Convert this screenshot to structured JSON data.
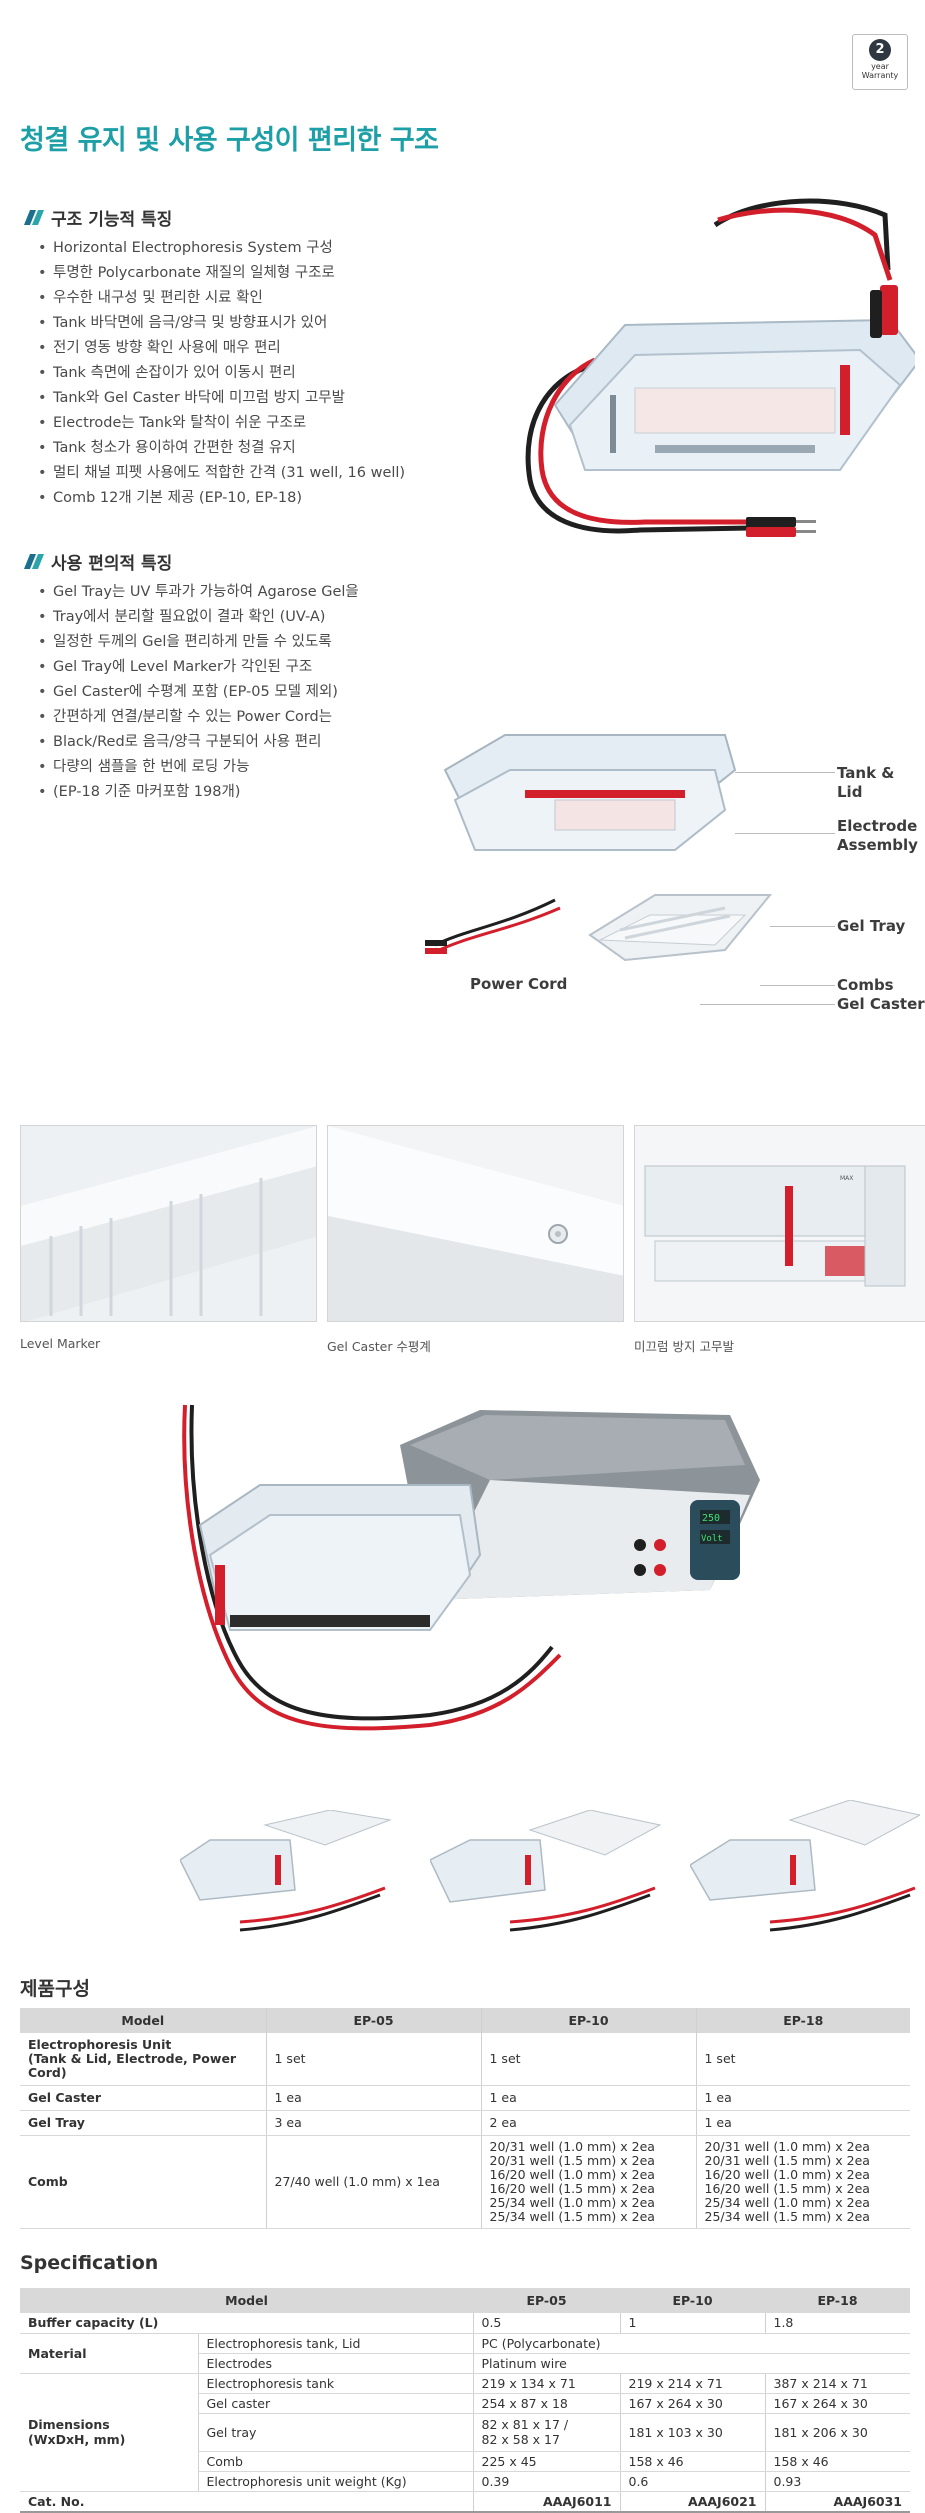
{
  "warranty": {
    "years": "2",
    "line1": "year",
    "line2": "Warranty"
  },
  "main_title": "청결 유지 및 사용 구성이 편리한 구조",
  "section1": {
    "title": "구조 기능적 특징",
    "items": [
      "Horizontal Electrophoresis System 구성",
      "투명한 Polycarbonate 재질의 일체형 구조로",
      "우수한 내구성 및 편리한 시료 확인",
      "Tank 바닥면에 음극/양극 및 방향표시가 있어",
      "전기 영동 방향 확인 사용에 매우 편리",
      "Tank 측면에 손잡이가 있어 이동시 편리",
      "Tank와 Gel Caster 바닥에 미끄럼 방지 고무발",
      "Electrode는 Tank와 탈착이 쉬운 구조로",
      "Tank 청소가 용이하여 간편한 청결 유지",
      "멀티 채널 피펫 사용에도 적합한 간격 (31 well, 16 well)",
      "Comb 12개 기본 제공 (EP-10, EP-18)"
    ]
  },
  "section2": {
    "title": "사용 편의적 특징",
    "items": [
      "Gel Tray는 UV 투과가 가능하여 Agarose Gel을",
      "Tray에서 분리할 필요없이 결과 확인 (UV-A)",
      "일정한 두께의 Gel을 편리하게 만들 수 있도록",
      "Gel Tray에 Level Marker가 각인된 구조",
      "Gel Caster에 수평계 포함 (EP-05 모델 제외)",
      "간편하게 연결/분리할 수 있는 Power Cord는",
      "Black/Red로 음극/양극 구분되어 사용 편리",
      "다량의 샘플을 한 번에 로딩 가능",
      "(EP-18 기준 마커포함 198개)"
    ]
  },
  "callouts": {
    "tank_lid": "Tank & Lid",
    "electrode_1": "Electrode",
    "electrode_2": "Assembly",
    "gel_tray": "Gel Tray",
    "combs": "Combs",
    "gel_caster": "Gel Caster",
    "power_cord": "Power Cord"
  },
  "photo_captions": [
    "Level  Marker",
    "Gel Caster 수평계",
    "미끄럼 방지 고무발"
  ],
  "power_supply": {
    "display_1": "250",
    "display_2": "Volt",
    "max_label": "MAX"
  },
  "composition": {
    "title": "제품구성",
    "headers": [
      "Model",
      "EP-05",
      "EP-10",
      "EP-18"
    ],
    "rows": [
      {
        "label": [
          "Electrophoresis Unit",
          "(Tank & Lid, Electrode, Power Cord)"
        ],
        "cells": [
          [
            "1 set"
          ],
          [
            "1 set"
          ],
          [
            "1 set"
          ]
        ]
      },
      {
        "label": [
          "Gel Caster"
        ],
        "cells": [
          [
            "1 ea"
          ],
          [
            "1 ea"
          ],
          [
            "1 ea"
          ]
        ]
      },
      {
        "label": [
          "Gel Tray"
        ],
        "cells": [
          [
            "3 ea"
          ],
          [
            "2 ea"
          ],
          [
            "1 ea"
          ]
        ]
      },
      {
        "label": [
          "Comb"
        ],
        "cells": [
          [
            "27/40 well (1.0 mm) x 1ea"
          ],
          [
            "20/31 well (1.0 mm) x 2ea",
            "20/31 well (1.5 mm) x 2ea",
            "16/20 well (1.0 mm) x 2ea",
            "16/20 well (1.5 mm) x 2ea",
            "25/34 well (1.0 mm) x 2ea",
            "25/34 well (1.5 mm) x 2ea"
          ],
          [
            "20/31 well (1.0 mm) x 2ea",
            "20/31 well (1.5 mm) x 2ea",
            "16/20 well (1.0 mm) x 2ea",
            "16/20 well (1.5 mm) x 2ea",
            "25/34 well (1.0 mm) x 2ea",
            "25/34 well (1.5 mm) x 2ea"
          ]
        ]
      }
    ]
  },
  "specification": {
    "title": "Specification",
    "headers": [
      "Model",
      "EP-05",
      "EP-10",
      "EP-18"
    ],
    "buffer": {
      "label": "Buffer capacity (L)",
      "values": [
        "0.5",
        "1",
        "1.8"
      ]
    },
    "material": {
      "label": "Material",
      "rows": [
        {
          "sub": "Electrophoresis tank, Lid",
          "value": "PC (Polycarbonate)"
        },
        {
          "sub": "Electrodes",
          "value": "Platinum wire"
        }
      ]
    },
    "dimensions": {
      "label": [
        "Dimensions",
        "(WxDxH, mm)"
      ],
      "rows": [
        {
          "sub": "Electrophoresis tank",
          "values": [
            [
              "219 x 134 x 71"
            ],
            [
              "219 x 214 x 71"
            ],
            [
              "387 x 214 x 71"
            ]
          ]
        },
        {
          "sub": "Gel caster",
          "values": [
            [
              "254 x 87 x 18"
            ],
            [
              "167 x 264 x 30"
            ],
            [
              "167 x 264 x 30"
            ]
          ]
        },
        {
          "sub": "Gel tray",
          "values": [
            [
              "82 x 81 x 17 /",
              "82 x 58 x 17"
            ],
            [
              "181 x 103 x 30"
            ],
            [
              "181 x 206 x 30"
            ]
          ]
        },
        {
          "sub": "Comb",
          "values": [
            [
              "225 x 45"
            ],
            [
              "158 x 46"
            ],
            [
              "158 x 46"
            ]
          ]
        },
        {
          "sub": "Electrophoresis unit weight (Kg)",
          "values": [
            [
              "0.39"
            ],
            [
              "0.6"
            ],
            [
              "0.93"
            ]
          ]
        }
      ]
    },
    "cat": {
      "label": "Cat. No.",
      "values": [
        "AAAJ6011",
        "AAAJ6021",
        "AAAJ6031"
      ]
    }
  },
  "colors": {
    "accent": "#1c9fa6",
    "header_gray": "#d9d9d9",
    "cable_red": "#d21f2b",
    "cable_black": "#1f1f1f"
  }
}
